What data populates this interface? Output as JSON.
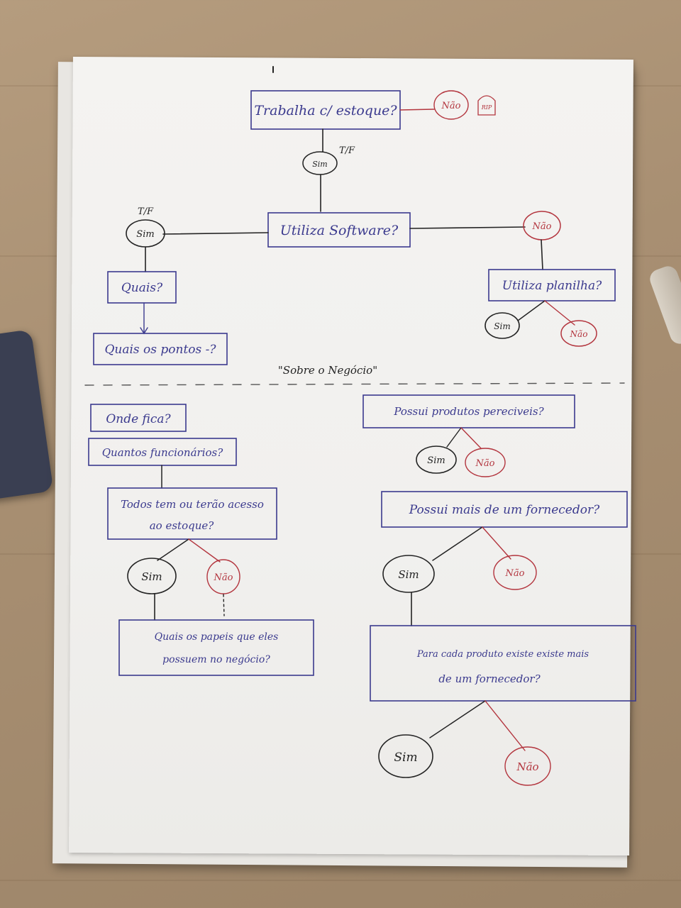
{
  "colors": {
    "ink_blue": "#3b3a8e",
    "ink_red": "#b3353e",
    "ink_black": "#232323",
    "paper": "#f3f2ef",
    "table": "#a88f72"
  },
  "top_section": {
    "q1": "Trabalha c/ estoque?",
    "q1_no": "Não",
    "q1_no_note": "RIP",
    "q1_yes": "Sim",
    "q1_yes_tag": "T/F",
    "q2": "Utiliza Software?",
    "q2_yes_tag": "T/F",
    "q2_yes": "Sim",
    "q2_no": "Não",
    "q3": "Quais?",
    "q4": "Quais os pontos -?",
    "q5": "Utiliza planilha?",
    "q5_yes": "Sim",
    "q5_no": "Não"
  },
  "divider_label": "\"Sobre o Negócio\"",
  "left_section": {
    "q1": "Onde fica?",
    "q2": "Quantos funcionários?",
    "q3_line1": "Todos tem ou terão acesso",
    "q3_line2": "ao estoque?",
    "q3_yes": "Sim",
    "q3_no": "Não",
    "q4_line1": "Quais os papeis que eles",
    "q4_line2": "possuem no negócio?"
  },
  "right_section": {
    "q1": "Possui produtos pereciveis?",
    "q1_yes": "Sim",
    "q1_no": "Não",
    "q2": "Possui mais de um fornecedor?",
    "q2_yes": "Sim",
    "q2_no": "Não",
    "q3_line1": "Para cada produto existe existe mais",
    "q3_line2": "de um fornecedor?",
    "q3_yes": "Sim",
    "q3_no": "Não"
  }
}
